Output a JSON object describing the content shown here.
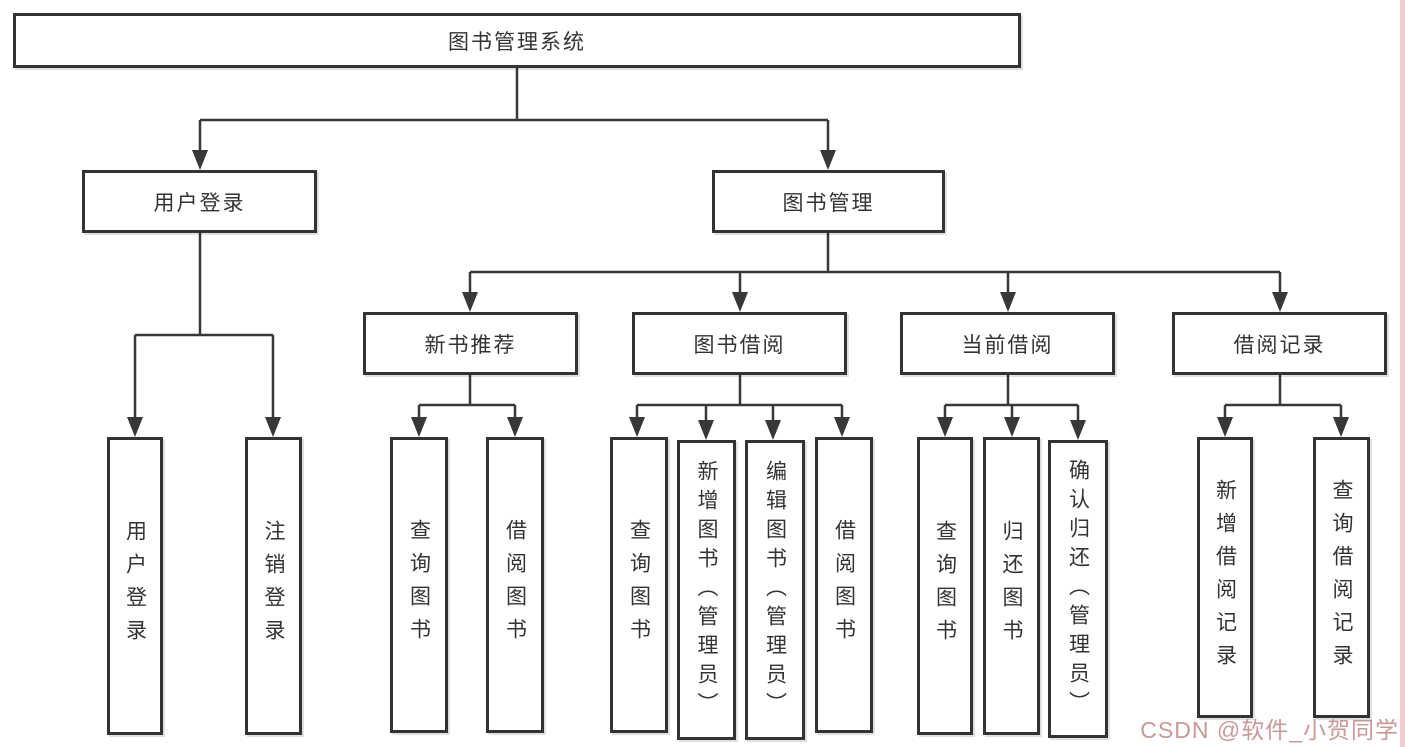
{
  "diagram": {
    "nodes": {
      "root": {
        "label": "图书管理系统"
      },
      "user_login": {
        "label": "用户登录"
      },
      "book_mgmt": {
        "label": "图书管理"
      },
      "new_book_rec": {
        "label": "新书推荐"
      },
      "book_borrow": {
        "label": "图书借阅"
      },
      "current_borrow": {
        "label": "当前借阅"
      },
      "borrow_records": {
        "label": "借阅记录"
      },
      "leaf_user_login": {
        "label": "用户登录"
      },
      "leaf_logout": {
        "label": "注销登录"
      },
      "leaf_nbr_query": {
        "label": "查询图书"
      },
      "leaf_nbr_borrow": {
        "label": "借阅图书"
      },
      "leaf_bb_query": {
        "label": "查询图书"
      },
      "leaf_bb_add": {
        "label": "新增图书（管理员）"
      },
      "leaf_bb_edit": {
        "label": "编辑图书（管理员）"
      },
      "leaf_bb_borrow": {
        "label": "借阅图书"
      },
      "leaf_cb_query": {
        "label": "查询图书"
      },
      "leaf_cb_return": {
        "label": "归还图书"
      },
      "leaf_cb_confirm": {
        "label": "确认归还（管理员）"
      },
      "leaf_br_add": {
        "label": "新增借阅记录"
      },
      "leaf_br_query": {
        "label": "查询借阅记录"
      }
    },
    "structure": {
      "root": [
        "user_login",
        "book_mgmt"
      ],
      "user_login": [
        "leaf_user_login",
        "leaf_logout"
      ],
      "book_mgmt": [
        "new_book_rec",
        "book_borrow",
        "current_borrow",
        "borrow_records"
      ],
      "new_book_rec": [
        "leaf_nbr_query",
        "leaf_nbr_borrow"
      ],
      "book_borrow": [
        "leaf_bb_query",
        "leaf_bb_add",
        "leaf_bb_edit",
        "leaf_bb_borrow"
      ],
      "current_borrow": [
        "leaf_cb_query",
        "leaf_cb_return",
        "leaf_cb_confirm"
      ],
      "borrow_records": [
        "leaf_br_add",
        "leaf_br_query"
      ]
    },
    "colors": {
      "line": "#383838",
      "box_border": "#333333",
      "text": "#333333",
      "background": "#ffffff",
      "right_edge_strip": "#f3cdcd",
      "watermark": "#cb9898"
    }
  },
  "watermark": {
    "text": "CSDN @软件_小贺同学"
  }
}
